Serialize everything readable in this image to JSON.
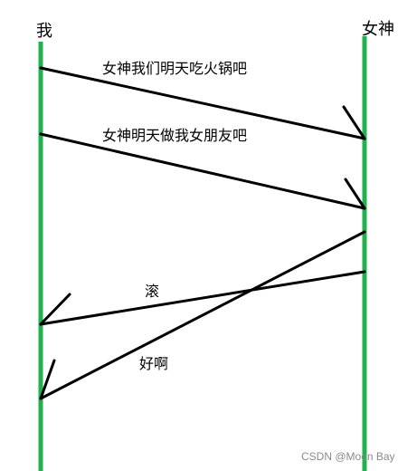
{
  "participants": {
    "left": {
      "name": "我"
    },
    "right": {
      "name": "女神"
    }
  },
  "messages": [
    {
      "from": "left",
      "to": "right",
      "text": "女神我们明天吃火锅吧"
    },
    {
      "from": "left",
      "to": "right",
      "text": "女神明天做我女朋友吧"
    },
    {
      "from": "right",
      "to": "left",
      "text": "滚"
    },
    {
      "from": "right",
      "to": "left",
      "text": "好啊"
    }
  ],
  "watermark": "CSDN @Moon Bay",
  "colors": {
    "lifeline": "#22b14c",
    "arrow": "#000000"
  }
}
